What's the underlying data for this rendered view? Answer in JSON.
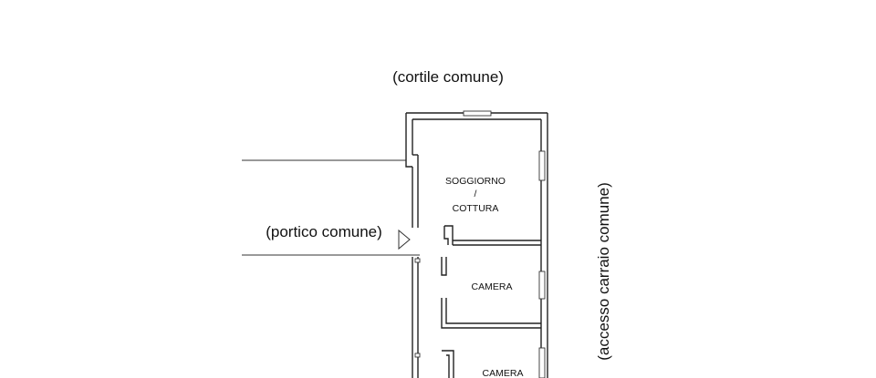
{
  "labels": {
    "courtyard": "(cortile comune)",
    "portico": "(portico comune)",
    "driveway": "(accesso carraio comune)"
  },
  "rooms": {
    "living_line1": "SOGGIORNO",
    "living_line2": "/",
    "living_line3": "COTTURA",
    "bedroom1": "CAMERA",
    "bedroom2": "CAMERA"
  }
}
